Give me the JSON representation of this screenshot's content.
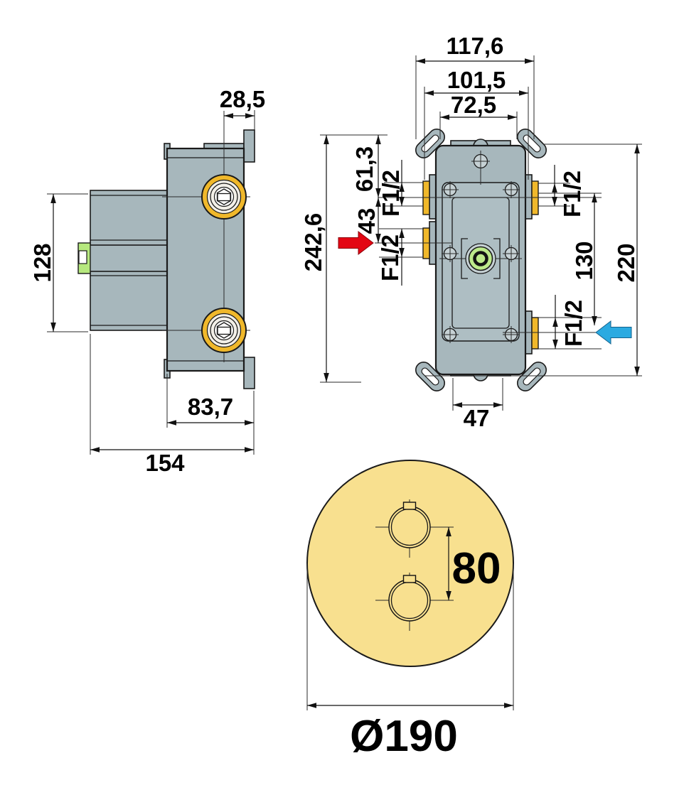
{
  "drawing": {
    "type": "technical-dimension-drawing",
    "subject": "concealed-thermostatic-shower-valve-rough-in-body"
  },
  "colors": {
    "body_gray": "#a7b7bc",
    "panel_gray": "#aebec3",
    "brass_yellow": "#f0b82b",
    "faceplate_yellow": "#f8e08f",
    "cartridge_green": "#bdea8b",
    "connector_green": "#b6e87e",
    "hot_red": "#e30613",
    "cold_blue": "#2baae1"
  },
  "side_view": {
    "dim_flange_offset": "28,5",
    "dim_body_height": "128",
    "dim_box_depth": "83,7",
    "dim_total_depth": "154"
  },
  "front_view": {
    "dim_width_outer": "117,6",
    "dim_width_mid": "101,5",
    "dim_width_inner": "72,5",
    "dim_total_height": "242,6",
    "dim_top_to_upper_port": "61,3",
    "dim_left_port_spacing": "43",
    "dim_right_port_spacing": "130",
    "dim_mounting_height": "220",
    "dim_bottom_width": "47",
    "thread_upper_left": "F1/2",
    "thread_lower_left": "F1/2",
    "thread_upper_right": "F1/2",
    "thread_lower_right": "F1/2"
  },
  "bottom_view": {
    "dim_handle_spacing": "80",
    "dim_faceplate_diameter": "Ø190"
  }
}
